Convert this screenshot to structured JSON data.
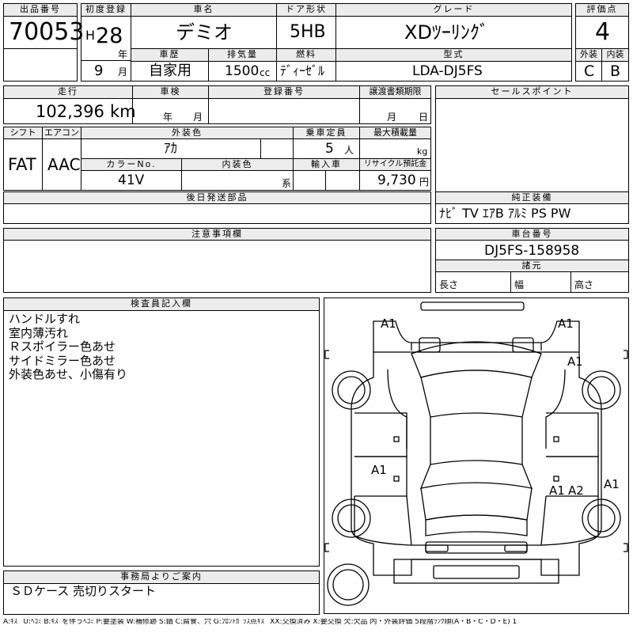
{
  "headers": {
    "lot_no": "出品番号",
    "first_reg": "初度登録",
    "car_name": "車名",
    "door": "ドア形状",
    "grade": "グレード",
    "score": "評価点",
    "history": "車歴",
    "displacement": "排気量",
    "fuel": "燃料",
    "model": "型式",
    "exterior": "外装",
    "interior": "内装",
    "mileage": "走行",
    "inspection": "車検",
    "reg_no": "登録番号",
    "transfer": "譲渡書類期限",
    "sales_point": "セールスポイント",
    "shift": "シフト",
    "aircon": "エアコン",
    "ext_color": "外装色",
    "capacity": "乗車定員",
    "max_load": "最大積載量",
    "color_no": "カラーNo.",
    "int_color": "内装色",
    "import": "輸入車",
    "recycle": "リサイクル預託金",
    "parts_later": "後日発送部品",
    "genuine_equip": "純正装備",
    "notes": "注意事項欄",
    "chassis": "車台番号",
    "specs": "諸元",
    "inspector": "検査員記入欄",
    "office": "事務局よりご案内"
  },
  "values": {
    "lot_no": "70053",
    "era": "H",
    "year": "28",
    "year_unit": "年",
    "month": "9",
    "month_unit": "月",
    "car_name": "デミオ",
    "door": "5HB",
    "grade": "XDﾂｰﾘﾝｸﾞ",
    "score": "4",
    "history": "自家用",
    "displacement": "1500",
    "cc": "cc",
    "fuel": "ﾃﾞｨｰｾﾞﾙ",
    "model": "LDA-DJ5FS",
    "exterior": "C",
    "interior": "B",
    "mileage": "102,396",
    "km": "km",
    "insp_year": "年",
    "insp_month": "月",
    "transfer_month": "月",
    "transfer_day": "日",
    "shift": "FAT",
    "aircon": "AAC",
    "ext_color": "ｱｶ",
    "capacity": "5",
    "capacity_unit": "人",
    "max_load_unit": "kg",
    "color_no": "41V",
    "int_color_unit": "系",
    "recycle": "9,730",
    "recycle_unit": "円",
    "genuine_equip": "ﾅﾋﾞ TV ｴｱB ｱﾙﾐ PS PW",
    "chassis": "DJ5FS-158958",
    "length": "長さ",
    "width": "幅",
    "height": "高さ",
    "office_text": "ＳＤケース 売切りスタート"
  },
  "inspector_notes": [
    "ハンドルすれ",
    "室内薄汚れ",
    "Ｒスポイラー色あせ",
    "サイドミラー色あせ",
    "外装色あせ、小傷有り"
  ],
  "damage_marks": {
    "m1": "A1",
    "m2": "A1",
    "m3": "A1",
    "m4": "A1",
    "m5": "A1",
    "m6": "A2",
    "m7": "A1"
  },
  "legend": "A:ｷｽﾞ U:ﾍｺﾐ B:ｷｽﾞを伴うﾍｺﾐ P:要塗装 W:補修跡 S:錆 C:腐食、穴 G:ﾌﾛﾝﾄｶﾞﾗｽ点ｷｽﾞ XX:交換済み X:要交換 欠:欠品 内・外装評価 5段階ﾗﾝｸ順(A・B・C・D・E) 1"
}
